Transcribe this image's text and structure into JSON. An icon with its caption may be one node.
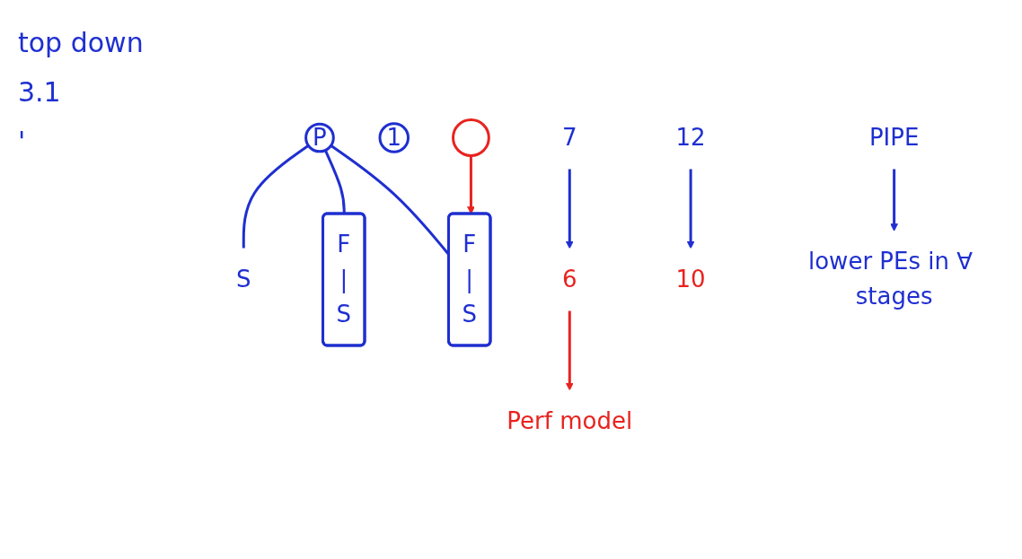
{
  "diagram": {
    "nodes": [
      {
        "text": [
          "P"
        ]
      },
      {
        "text": [
          "1"
        ]
      },
      {
        "text": [
          "S"
        ]
      },
      {
        "text": [
          "F",
          "|",
          "S"
        ]
      },
      {
        "text": [
          "F",
          "|",
          "S"
        ]
      },
      {
        "text": [
          "7"
        ]
      },
      {
        "text": [
          "6"
        ]
      },
      {
        "text": [
          "Perf model"
        ]
      },
      {
        "text": [
          "12"
        ]
      },
      {
        "text": [
          "10"
        ]
      },
      {
        "text": [],
        "shape": "circle"
      },
      {
        "text": [
          "PIPE"
        ]
      },
      {
        "text": [
          "lower PEs in ∀ stages"
        ]
      }
    ],
    "edges": [
      {
        "from": 0,
        "to": 2,
        "arrow": "none"
      },
      {
        "from": 0,
        "to": 3,
        "arrow": "none"
      },
      {
        "from": 0,
        "to": 4,
        "arrow": "none"
      },
      {
        "from": 5,
        "to": 6,
        "arrow": "to"
      },
      {
        "from": 8,
        "to": 9,
        "arrow": "to"
      },
      {
        "from": 6,
        "to": 7,
        "arrow": "to",
        "color": "#e8231f"
      },
      {
        "from": 10,
        "to": 4,
        "arrow": "to",
        "color": "#e8231f"
      },
      {
        "from": 11,
        "to": 12,
        "arrow": "to"
      }
    ],
    "labels": [
      "top down",
      "3.1",
      "'"
    ]
  }
}
